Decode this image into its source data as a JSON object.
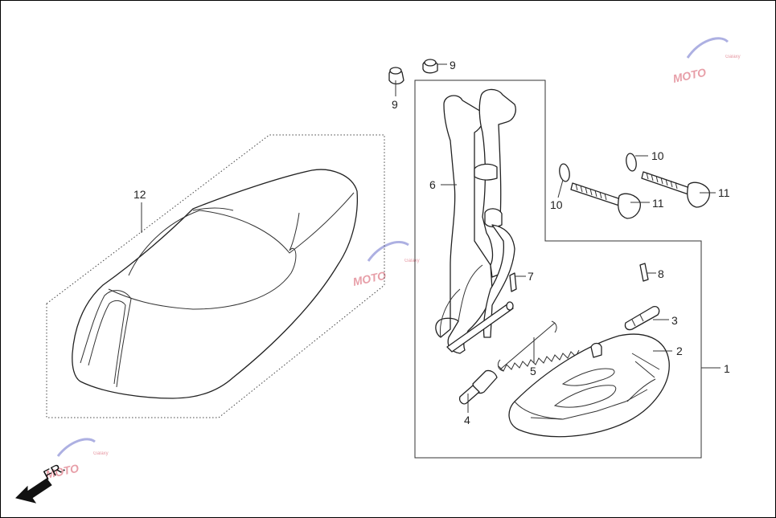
{
  "diagram": {
    "callouts": [
      {
        "id": "c1",
        "label": "1"
      },
      {
        "id": "c2",
        "label": "2"
      },
      {
        "id": "c3",
        "label": "3"
      },
      {
        "id": "c4",
        "label": "4"
      },
      {
        "id": "c5",
        "label": "5"
      },
      {
        "id": "c6",
        "label": "6"
      },
      {
        "id": "c7",
        "label": "7"
      },
      {
        "id": "c8",
        "label": "8"
      },
      {
        "id": "c9a",
        "label": "9"
      },
      {
        "id": "c9b",
        "label": "9"
      },
      {
        "id": "c10a",
        "label": "10"
      },
      {
        "id": "c10b",
        "label": "10"
      },
      {
        "id": "c11a",
        "label": "11"
      },
      {
        "id": "c11b",
        "label": "11"
      },
      {
        "id": "c12",
        "label": "12"
      }
    ],
    "direction_label": "FR.",
    "watermark": {
      "brand": "MOTO",
      "tag": "Galaxy"
    }
  }
}
